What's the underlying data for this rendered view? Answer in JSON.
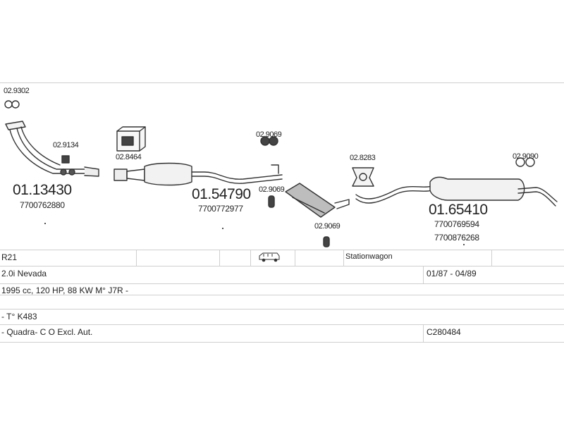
{
  "parts": {
    "p1": {
      "code": "02.9302"
    },
    "p2": {
      "code": "02.9134"
    },
    "p3": {
      "code": "01.13430",
      "oem": "7700762880"
    },
    "p4": {
      "code": "02.8464"
    },
    "p5": {
      "code": "01.54790",
      "oem": "7700772977"
    },
    "p6": {
      "code": "02.9069"
    },
    "p7": {
      "code": "02.9069"
    },
    "p8": {
      "code": "02.9069"
    },
    "p9": {
      "code": "02.8283"
    },
    "p10": {
      "code": "02.9090"
    },
    "p11": {
      "code": "01.65410",
      "oem1": "7700769594",
      "oem2": "7700876268"
    }
  },
  "table": {
    "model": "R21",
    "body_type": "Stationwagon",
    "engine": "2.0i Nevada",
    "period": "01/87 - 04/89",
    "spec": "1995 cc, 120 HP, 88 KW M° J7R -",
    "type_code": "- T° K483",
    "variant": "- Quadra- C O Excl. Aut.",
    "ref": "C280484"
  },
  "icons": {
    "ring": "gasket-ring-icon",
    "mount": "rubber-mount-icon",
    "kit": "mounting-kit-box-icon",
    "car": "station-wagon-icon"
  }
}
